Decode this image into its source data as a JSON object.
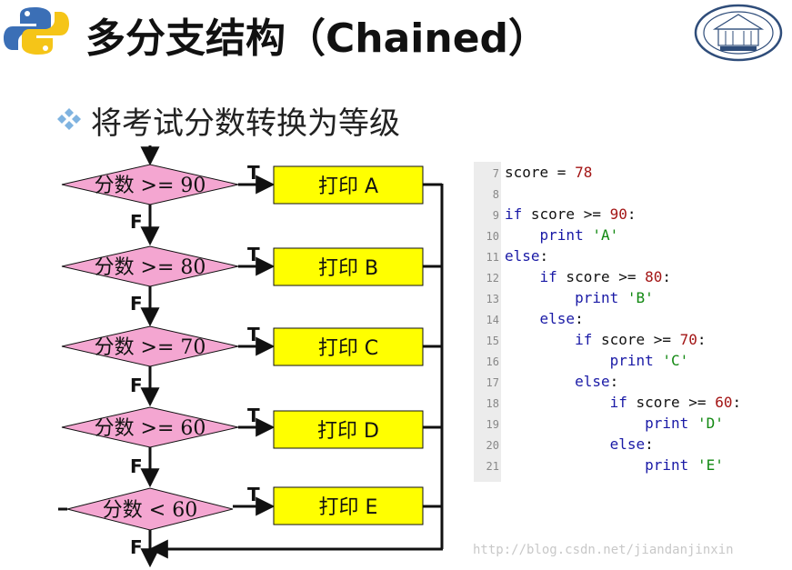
{
  "title": "多分支结构（Chained）",
  "subtitle": "将考试分数转换为等级",
  "icons": {
    "logo_left": "python-logo-icon",
    "logo_right": "university-seal-icon",
    "bullet": "diamond-bullet-icon"
  },
  "colors": {
    "decision_fill": "#f4a6d1",
    "action_fill": "#ffff00",
    "line": "#111111",
    "keyword": "#1a1aa6",
    "string": "#118811",
    "number": "#a31515"
  },
  "flowchart": {
    "decisions": [
      "分数 >= 90",
      "分数 >= 80",
      "分数 >= 70",
      "分数 >= 60",
      "分数 < 60"
    ],
    "actions": [
      "打印 A",
      "打印 B",
      "打印 C",
      "打印 D",
      "打印 E"
    ],
    "true_label": "T",
    "false_label": "F"
  },
  "code": {
    "lines": [
      {
        "n": "7",
        "tokens": [
          {
            "t": "score = ",
            "c": "plain"
          },
          {
            "t": "78",
            "c": "num"
          }
        ]
      },
      {
        "n": "8",
        "tokens": []
      },
      {
        "n": "9",
        "tokens": [
          {
            "t": "if",
            "c": "kw"
          },
          {
            "t": " score >= ",
            "c": "plain"
          },
          {
            "t": "90",
            "c": "num"
          },
          {
            "t": ":",
            "c": "plain"
          }
        ]
      },
      {
        "n": "10",
        "tokens": [
          {
            "t": "    ",
            "c": "plain"
          },
          {
            "t": "print",
            "c": "kw"
          },
          {
            "t": " ",
            "c": "plain"
          },
          {
            "t": "'A'",
            "c": "str"
          }
        ]
      },
      {
        "n": "11",
        "tokens": [
          {
            "t": "else",
            "c": "kw"
          },
          {
            "t": ":",
            "c": "plain"
          }
        ]
      },
      {
        "n": "12",
        "tokens": [
          {
            "t": "    ",
            "c": "plain"
          },
          {
            "t": "if",
            "c": "kw"
          },
          {
            "t": " score >= ",
            "c": "plain"
          },
          {
            "t": "80",
            "c": "num"
          },
          {
            "t": ":",
            "c": "plain"
          }
        ]
      },
      {
        "n": "13",
        "tokens": [
          {
            "t": "        ",
            "c": "plain"
          },
          {
            "t": "print",
            "c": "kw"
          },
          {
            "t": " ",
            "c": "plain"
          },
          {
            "t": "'B'",
            "c": "str"
          }
        ]
      },
      {
        "n": "14",
        "tokens": [
          {
            "t": "    ",
            "c": "plain"
          },
          {
            "t": "else",
            "c": "kw"
          },
          {
            "t": ":",
            "c": "plain"
          }
        ]
      },
      {
        "n": "15",
        "tokens": [
          {
            "t": "        ",
            "c": "plain"
          },
          {
            "t": "if",
            "c": "kw"
          },
          {
            "t": " score >= ",
            "c": "plain"
          },
          {
            "t": "70",
            "c": "num"
          },
          {
            "t": ":",
            "c": "plain"
          }
        ]
      },
      {
        "n": "16",
        "tokens": [
          {
            "t": "            ",
            "c": "plain"
          },
          {
            "t": "print",
            "c": "kw"
          },
          {
            "t": " ",
            "c": "plain"
          },
          {
            "t": "'C'",
            "c": "str"
          }
        ]
      },
      {
        "n": "17",
        "tokens": [
          {
            "t": "        ",
            "c": "plain"
          },
          {
            "t": "else",
            "c": "kw"
          },
          {
            "t": ":",
            "c": "plain"
          }
        ]
      },
      {
        "n": "18",
        "tokens": [
          {
            "t": "            ",
            "c": "plain"
          },
          {
            "t": "if",
            "c": "kw"
          },
          {
            "t": " score >= ",
            "c": "plain"
          },
          {
            "t": "60",
            "c": "num"
          },
          {
            "t": ":",
            "c": "plain"
          }
        ]
      },
      {
        "n": "19",
        "tokens": [
          {
            "t": "                ",
            "c": "plain"
          },
          {
            "t": "print",
            "c": "kw"
          },
          {
            "t": " ",
            "c": "plain"
          },
          {
            "t": "'D'",
            "c": "str"
          }
        ]
      },
      {
        "n": "20",
        "tokens": [
          {
            "t": "            ",
            "c": "plain"
          },
          {
            "t": "else",
            "c": "kw"
          },
          {
            "t": ":",
            "c": "plain"
          }
        ]
      },
      {
        "n": "21",
        "tokens": [
          {
            "t": "                ",
            "c": "plain"
          },
          {
            "t": "print",
            "c": "kw"
          },
          {
            "t": " ",
            "c": "plain"
          },
          {
            "t": "'E'",
            "c": "str"
          }
        ]
      }
    ]
  },
  "watermark": "http://blog.csdn.net/jiandanjinxin"
}
